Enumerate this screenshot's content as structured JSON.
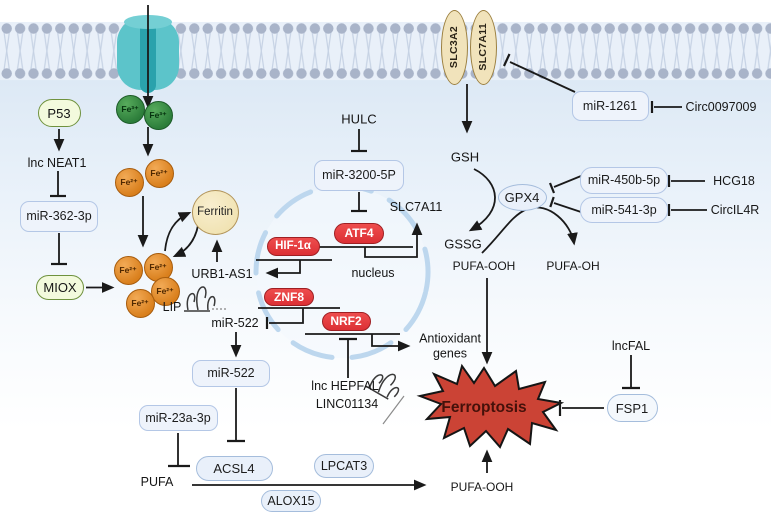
{
  "colors": {
    "accent_red": "#dc3035",
    "ferroptosis_star": "#cb4335",
    "channel_teal": "#5cc4ca",
    "membrane_head": "#a9b4c9",
    "node_blue_border": "#b4c7e6",
    "node_green_border": "#6f923e",
    "node_tan_fill": "#f1e3bb",
    "fe3_green": "#2c7d3a",
    "fe2_orange": "#d97f1c",
    "nucleus_envelope": "#bdd7ee"
  },
  "membrane": {
    "slc3a2": "SLC3A2",
    "slc7a11": "SLC7A11"
  },
  "iron_pathway": {
    "p53": "P53",
    "lnc_neat1": "lnc NEAT1",
    "mir_362_3p": "miR-362-3p",
    "miox": "MIOX",
    "fe3": "Fe³⁺",
    "fe2": "Fe²⁺",
    "lip": "LIP",
    "ferritin": "Ferritin",
    "urb1_as1": "URB1-AS1"
  },
  "nucleus": {
    "label": "nucleus",
    "hif_1a": "HIF-1α",
    "atf4": "ATF4",
    "znf8": "ZNF8",
    "nrf2": "NRF2",
    "slc7a11_target": "SLC7A11",
    "mir_522": "miR-522",
    "antioxidant_line1": "Antioxidant",
    "antioxidant_line2": "genes"
  },
  "hulc_axis": {
    "hulc": "HULC",
    "mir_3200_5p": "miR-3200-5P"
  },
  "slc7a11_axis": {
    "mir_1261": "miR-1261",
    "circ0097009": "Circ0097009"
  },
  "gpx4_axis": {
    "gsh": "GSH",
    "gpx4": "GPX4",
    "gssg": "GSSG",
    "pufa_ooh": "PUFA-OOH",
    "pufa_oh": "PUFA-OH",
    "mir_450b_5p": "miR-450b-5p",
    "hcg18": "HCG18",
    "mir_541_3p": "miR-541-3p",
    "circil4r": "CircIL4R"
  },
  "nrf2_axis": {
    "lnc_hepfal": "lnc HEPFAL",
    "linc01134": "LINC01134"
  },
  "fsp1_axis": {
    "lncfal": "lncFAL",
    "fsp1": "FSP1"
  },
  "lipid_axis": {
    "mir_522": "miR-522",
    "mir_23a_3p": "miR-23a-3p",
    "acsl4": "ACSL4",
    "lpcat3": "LPCAT3",
    "alox15": "ALOX15",
    "pufa": "PUFA",
    "pufa_ooh": "PUFA-OOH"
  },
  "hub": {
    "ferroptosis": "Ferroptosis"
  }
}
